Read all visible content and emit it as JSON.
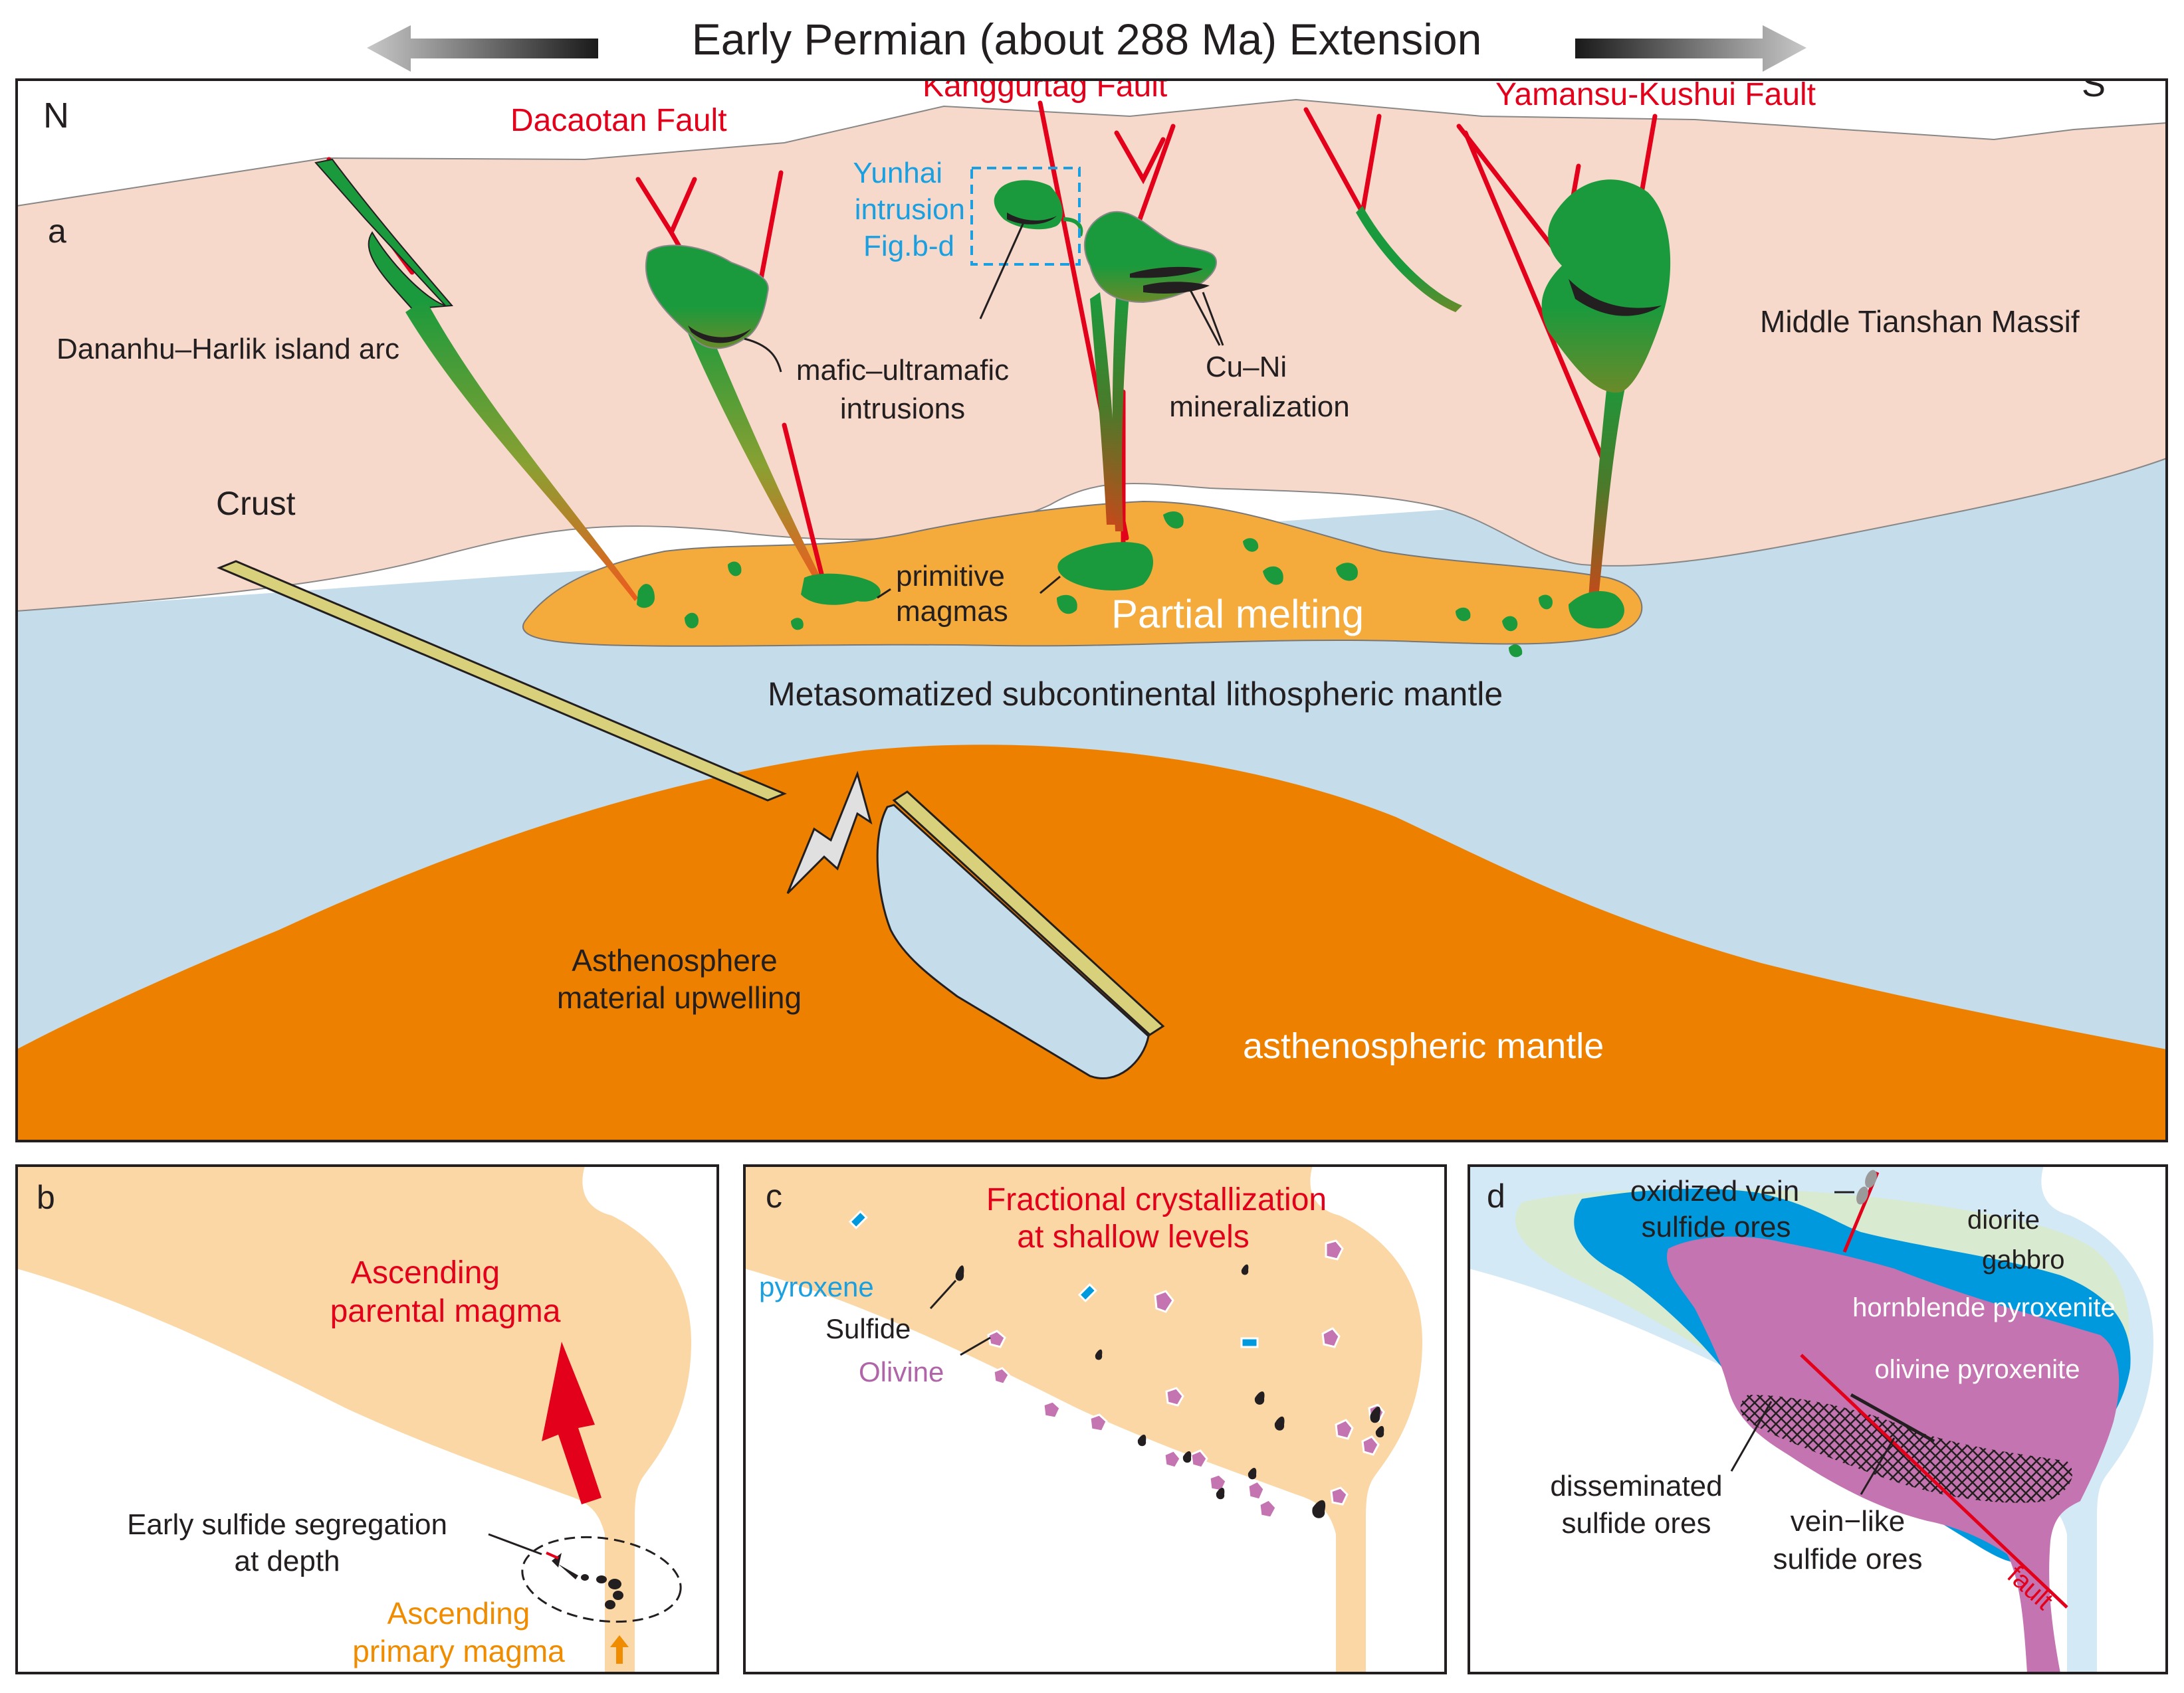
{
  "title": "Early Permian (about 288 Ma) Extension",
  "colors": {
    "crust": "#f7d9cb",
    "mantle": "#c5dcea",
    "asthenosphere": "#ee8000",
    "melt_zone": "#f5ab3c",
    "intrusion_green": "#1a9a3c",
    "fault_red": "#e3001b",
    "magma_panel": "#fad7a4",
    "gabbro": "#d8ead0",
    "hornblende_pyroxenite": "#0099dd",
    "olivine_pyroxenite": "#c474b0",
    "slab": "#d8d07a"
  },
  "panel_a": {
    "label": "a",
    "north": "N",
    "south": "S",
    "faults": {
      "dacaotan": "Dacaotan Fault",
      "kanggurtag": "Kanggurtag Fault",
      "yamansu": "Yamansu-Kushui Fault"
    },
    "yunhai": [
      "Yunhai",
      "intrusion",
      "Fig.b-d"
    ],
    "dananhu": "Dananhu–Harlik island arc",
    "middle_tianshan": "Middle Tianshan Massif",
    "mafic_intrusions": [
      "mafic–ultramafic",
      "intrusions"
    ],
    "cu_ni": [
      "Cu–Ni",
      "mineralization"
    ],
    "crust": "Crust",
    "primitive_magmas": [
      "primitive",
      "magmas"
    ],
    "partial_melting": "Partial melting",
    "metasomatized": "Metasomatized subcontinental lithospheric mantle",
    "upwelling": [
      "Asthenosphere",
      "material upwelling"
    ],
    "asthenospheric_mantle": "asthenospheric mantle"
  },
  "panel_b": {
    "label": "b",
    "ascending_parental": [
      "Ascending",
      "parental magma"
    ],
    "early_sulfide": [
      "Early sulfide segregation",
      "at depth"
    ],
    "ascending_primary": [
      "Ascending",
      "primary magma"
    ]
  },
  "panel_c": {
    "label": "c",
    "fractional": [
      "Fractional crystallization",
      "at shallow levels"
    ],
    "pyroxene": "pyroxene",
    "sulfide": "Sulfide",
    "olivine": "Olivine"
  },
  "panel_d": {
    "label": "d",
    "oxidized": [
      "oxidized vein",
      "sulfide ores"
    ],
    "diorite": "diorite",
    "gabbro": "gabbro",
    "hornblende_pyroxenite": "hornblende pyroxenite",
    "olivine_pyroxenite": "olivine pyroxenite",
    "disseminated": [
      "disseminated",
      "sulfide ores"
    ],
    "vein_like": [
      "vein−like",
      "sulfide ores"
    ],
    "fault": "fault"
  }
}
